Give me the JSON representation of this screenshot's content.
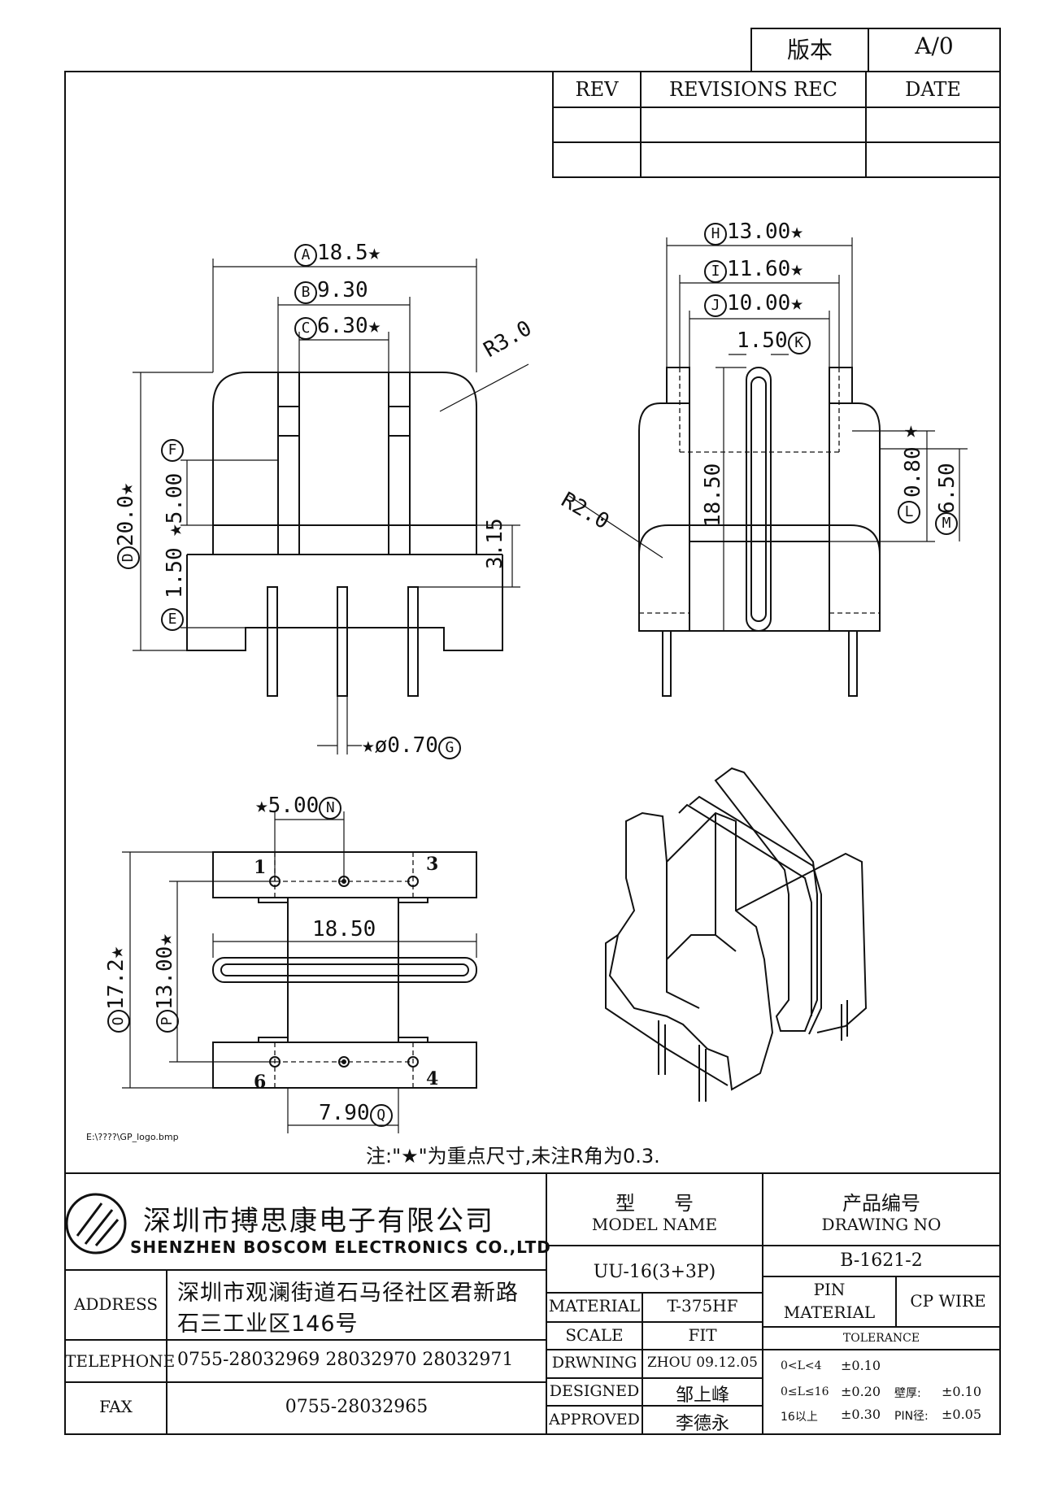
{
  "version_box": {
    "label": "版本",
    "value": "A/0"
  },
  "revisions": {
    "col_rev": "REV",
    "col_rec": "REVISIONS REC",
    "col_date": "DATE"
  },
  "dims": {
    "A": "18.5",
    "B": "9.30",
    "C": "6.30",
    "R3": "R3.0",
    "D": "20.0",
    "F_val": "5.00",
    "E_val": "1.50",
    "h315": "3.15",
    "G": "ø0.70",
    "H": "13.00",
    "I": "11.60",
    "J": "10.00",
    "K": "1.50",
    "R2": "R2.0",
    "h1850": "18.50",
    "L": "0.80",
    "M": "6.50",
    "N": "5.00",
    "O": "17.2",
    "P": "13.00",
    "w1850": "18.50",
    "Q": "7.90"
  },
  "letters": {
    "A": "A",
    "B": "B",
    "C": "C",
    "D": "D",
    "E": "E",
    "F": "F",
    "G": "G",
    "H": "H",
    "I": "I",
    "J": "J",
    "K": "K",
    "L": "L",
    "M": "M",
    "N": "N",
    "O": "O",
    "P": "P",
    "Q": "Q"
  },
  "star": "★",
  "pins": {
    "p1": "1",
    "p3": "3",
    "p4": "4",
    "p6": "6"
  },
  "logo_path": "E:\\????\\GP_logo.bmp",
  "note": "注:\"★\"为重点尺寸,未注R角为0.3.",
  "company": {
    "name_cn": "深圳市搏思康电子有限公司",
    "name_en": "SHENZHEN BOSCOM ELECTRONICS CO.,LTD"
  },
  "address": {
    "label": "ADDRESS",
    "line1": "深圳市观澜街道石马径社区君新路",
    "line2": "石三工业区146号"
  },
  "telephone": {
    "label": "TELEPHONE",
    "value": "0755-28032969 28032970 28032971"
  },
  "fax": {
    "label": "FAX",
    "value": "0755-28032965"
  },
  "model": {
    "label_cn": "型　　号",
    "label_en": "MODEL NAME",
    "value": "UU-16(3+3P)"
  },
  "drawing": {
    "label_cn": "产品编号",
    "label_en": "DRAWING NO",
    "value": "B-1621-2"
  },
  "material": {
    "label": "MATERIAL",
    "value": "T-375HF"
  },
  "pin_material": {
    "label1": "PIN",
    "label2": "MATERIAL",
    "value": "CP WIRE"
  },
  "scale": {
    "label": "SCALE",
    "value": "FIT"
  },
  "drawn": {
    "label": "DRWNING",
    "value": "ZHOU 09.12.05"
  },
  "designed": {
    "label": "DESIGNED",
    "value": "邹上峰"
  },
  "approved": {
    "label": "APPROVED",
    "value": "李德永"
  },
  "tolerance": {
    "title": "TOLERANCE",
    "r1a": "0<L<4",
    "r1b": "±0.10",
    "r2a": "0≤L≤16",
    "r2b": "±0.20",
    "r2c": "壁厚:",
    "r2d": "±0.10",
    "r3a": "16以上",
    "r3b": "±0.30",
    "r3c": "PIN径:",
    "r3d": "±0.05"
  }
}
